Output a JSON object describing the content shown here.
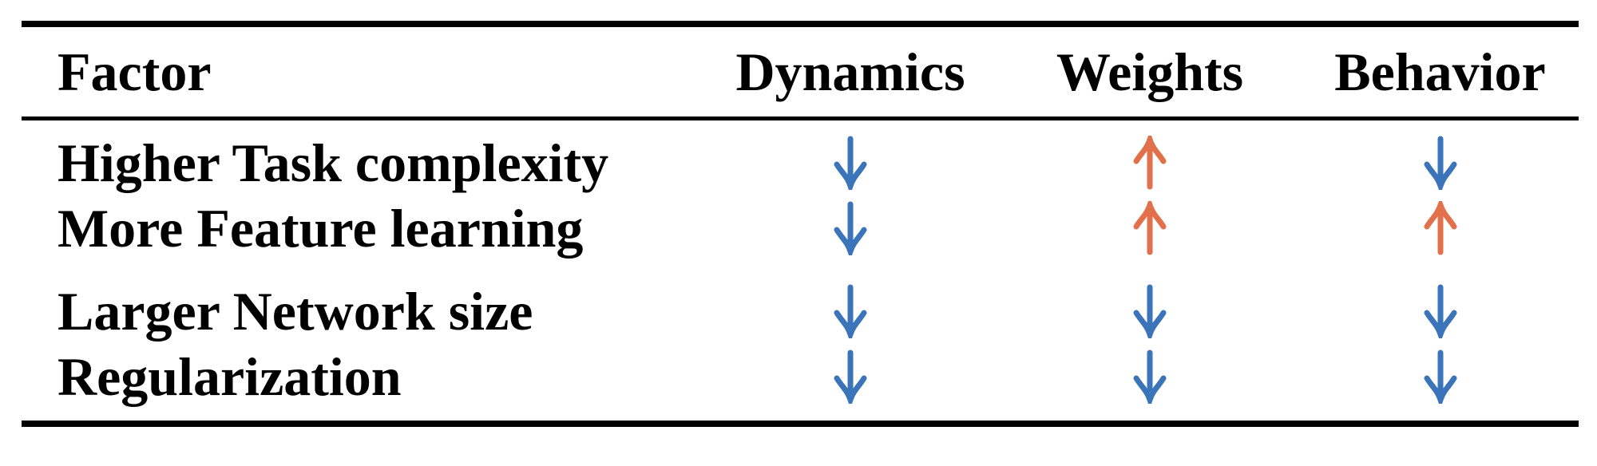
{
  "page": {
    "background": "#ffffff",
    "text_color": "#000000",
    "rule_color": "#000000"
  },
  "table": {
    "columns": [
      {
        "label": "Factor"
      },
      {
        "label": "Dynamics"
      },
      {
        "label": "Weights"
      },
      {
        "label": "Behavior"
      }
    ],
    "rows": [
      {
        "factor": "Higher Task complexity",
        "dynamics": "down",
        "weights": "up",
        "behavior": "down",
        "group": 1
      },
      {
        "factor": "More Feature learning",
        "dynamics": "down",
        "weights": "up",
        "behavior": "up",
        "group": 1
      },
      {
        "factor": "Larger Network size",
        "dynamics": "down",
        "weights": "down",
        "behavior": "down",
        "group": 2
      },
      {
        "factor": "Regularization",
        "dynamics": "down",
        "weights": "down",
        "behavior": "down",
        "group": 2
      }
    ],
    "arrow_colors": {
      "up": "#e2714b",
      "down": "#3b74b8"
    }
  }
}
